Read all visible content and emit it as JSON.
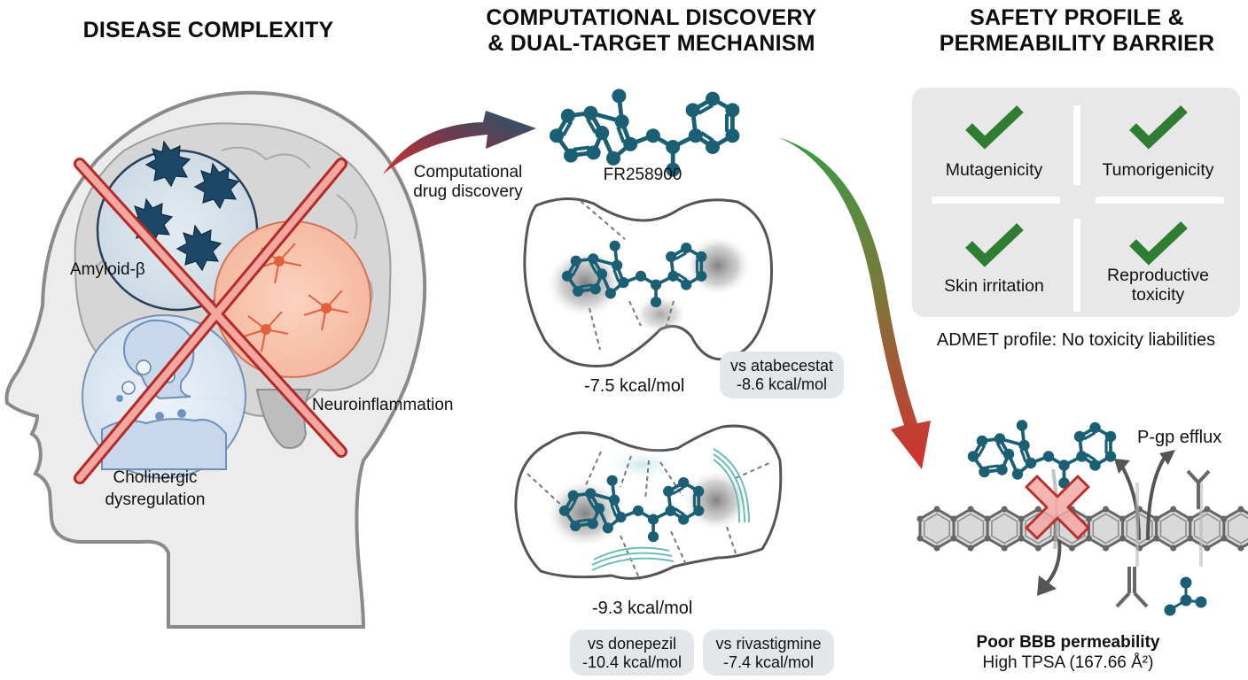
{
  "sections": {
    "disease": {
      "heading": "DISEASE COMPLEXITY",
      "labels": {
        "amyloid": "Amyloid-β",
        "neuroinflammation": "Neuroinflammation",
        "cholinergic_line1": "Cholinergic",
        "cholinergic_line2": "dysregulation"
      }
    },
    "discovery": {
      "heading_line1": "COMPUTATIONAL DISCOVERY",
      "heading_line2": "& DUAL-TARGET MECHANISM",
      "arrow_label_line1": "Computational",
      "arrow_label_line2": "drug discovery",
      "compound_name": "FR258900",
      "docking_1": {
        "energy": "-7.5 kcal/mol",
        "comparisons": [
          {
            "line1": "vs atabecestat",
            "line2": "-8.6 kcal/mol"
          }
        ]
      },
      "docking_2": {
        "energy": "-9.3 kcal/mol",
        "comparisons": [
          {
            "line1": "vs donepezil",
            "line2": "-10.4 kcal/mol"
          },
          {
            "line1": "vs rivastigmine",
            "line2": "-7.4 kcal/mol"
          }
        ]
      }
    },
    "safety": {
      "heading_line1": "SAFETY PROFILE &",
      "heading_line2": "PERMEABILITY BARRIER",
      "checks": [
        {
          "label": "Mutagenicity",
          "status": "pass"
        },
        {
          "label": "Tumorigenicity",
          "status": "pass"
        },
        {
          "label": "Skin irritation",
          "status": "pass"
        },
        {
          "label_line1": "Reproductive",
          "label_line2": "toxicity",
          "status": "pass"
        }
      ],
      "admet_summary": "ADMET profile: No toxicity liabilities",
      "pgp_label": "P-gp efflux",
      "bbb_title": "Poor BBB permeability",
      "bbb_detail": "High TPSA (167.66 Å²)"
    }
  },
  "colors": {
    "molecule": "#1a5f73",
    "cross_red": "#c0392b",
    "check_green": "#2e7d32",
    "arrow_green": "#3a9a44",
    "arrow_red": "#d32f2f"
  }
}
